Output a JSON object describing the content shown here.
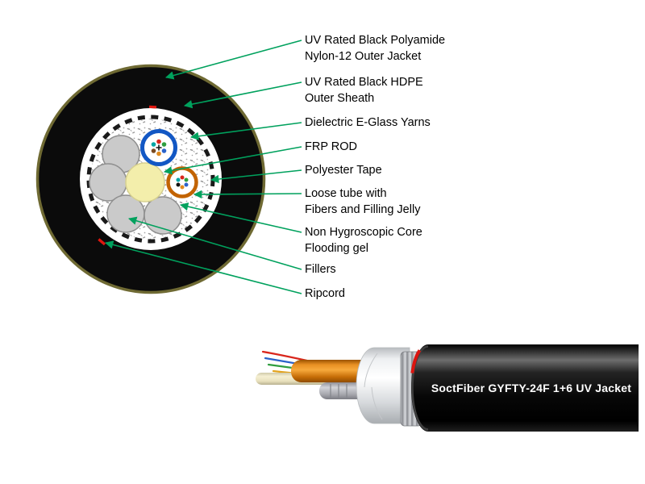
{
  "figure": {
    "type": "fiber-optic-cable-cross-section-spec"
  },
  "colors": {
    "leader_green": "#00a15d",
    "jacket_black": "#0b0b0b",
    "outline_olive": "#6f6a33",
    "tube_blue": "#1257c4",
    "tube_orange": "#c26300",
    "filler_gray": "#cacaca",
    "core_yellow": "#f3eeab",
    "ripcord_red": "#e0170f"
  },
  "diagram": {
    "labels": [
      {
        "line1": "UV Rated Black Polyamide",
        "line2": "Nylon-12 Outer Jacket"
      },
      {
        "line1": "UV Rated Black HDPE",
        "line2": "Outer Sheath"
      },
      {
        "line1": "Dielectric E-Glass Yarns"
      },
      {
        "line1": "FRP ROD"
      },
      {
        "line1": "Polyester Tape"
      },
      {
        "line1": "Loose tube with",
        "line2": "Fibers and Filling Jelly"
      },
      {
        "line1": "Non Hygroscopic Core",
        "line2": "Flooding gel"
      },
      {
        "line1": "Fillers"
      },
      {
        "line1": "Ripcord"
      }
    ]
  },
  "cable": {
    "print_label": "SoctFiber GYFTY-24F 1+6 UV Jacket"
  }
}
